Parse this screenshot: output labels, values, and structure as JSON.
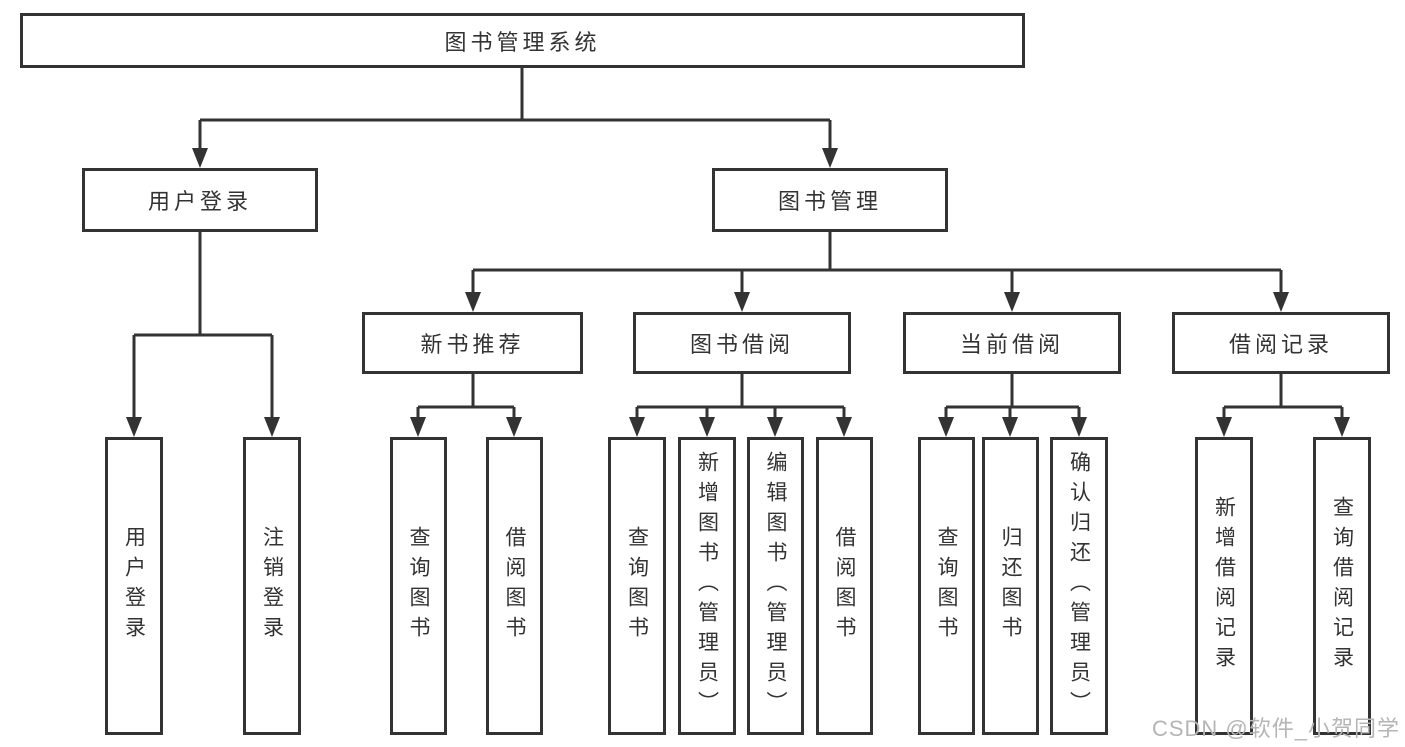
{
  "diagram": {
    "nodes": {
      "root": "图书管理系统",
      "user_login": "用户登录",
      "book_mgmt": "图书管理",
      "new_book_rec": "新书推荐",
      "book_borrow": "图书借阅",
      "current_borrow": "当前借阅",
      "borrow_records": "借阅记录",
      "ul_login": "用户登录",
      "ul_logout": "注销登录",
      "nbr_query_books": "查询图书",
      "nbr_borrow_books": "借阅图书",
      "bb_query_books": "查询图书",
      "bb_add_books_admin": "新增图书（管理员）",
      "bb_edit_books_admin": "编辑图书（管理员）",
      "bb_borrow_books": "借阅图书",
      "cb_query_books": "查询图书",
      "cb_return_books": "归还图书",
      "cb_confirm_return_admin": "确认归还（管理员）",
      "br_add_record": "新增借阅记录",
      "br_query_record": "查询借阅记录"
    },
    "colors": {
      "line": "#333333",
      "text": "#333333",
      "background": "#ffffff",
      "watermark": "#b5b5b5"
    }
  },
  "watermark": "CSDN @软件_小贺同学"
}
